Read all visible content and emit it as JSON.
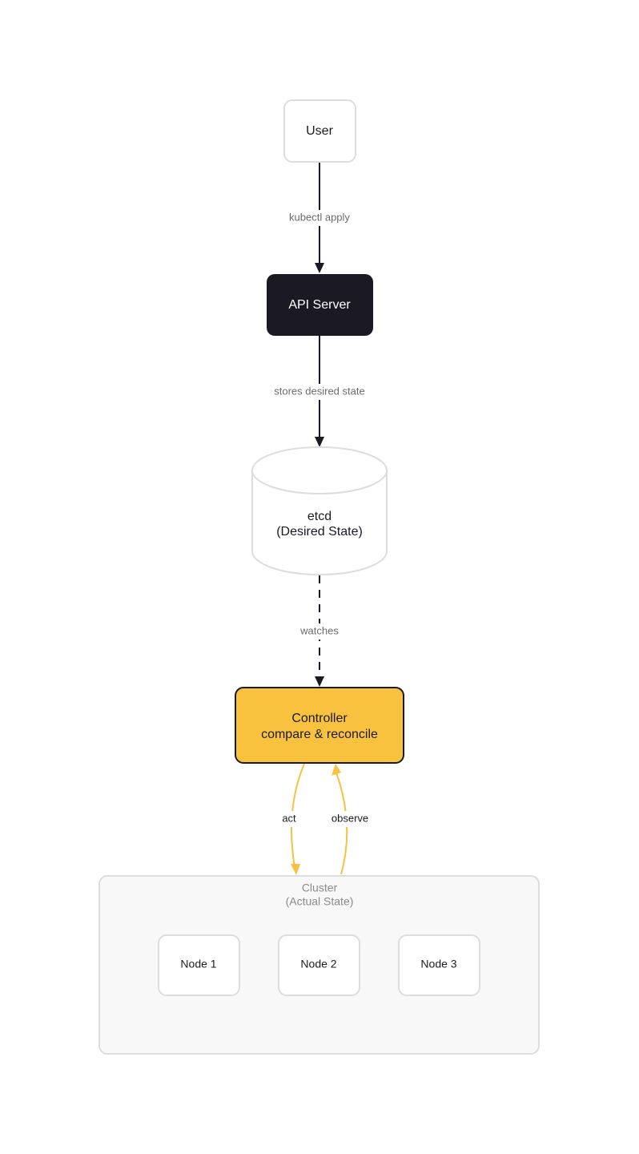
{
  "colors": {
    "node_border": "#dddddd",
    "dark_fill": "#1b1a24",
    "controller_fill": "#f8c23f",
    "controller_border": "#1b1a24",
    "edge_dark": "#1b1a24",
    "edge_accent": "#f5c242",
    "label_gray": "#6b6b6b",
    "cluster_fill": "#f8f8f8",
    "cluster_border": "#dddddd"
  },
  "nodes": {
    "user": {
      "label": "User"
    },
    "api_server": {
      "label": "API Server"
    },
    "etcd": {
      "line1": "etcd",
      "line2": "(Desired State)"
    },
    "controller": {
      "line1": "Controller",
      "line2": "compare & reconcile"
    },
    "cluster": {
      "line1": "Cluster",
      "line2": "(Actual State)",
      "nodes": [
        "Node 1",
        "Node 2",
        "Node 3"
      ]
    }
  },
  "edges": {
    "user_to_api": "kubectl apply",
    "api_to_etcd": "stores desired state",
    "etcd_to_controller": "watches",
    "controller_to_cluster": "act",
    "cluster_to_controller": "observe"
  }
}
